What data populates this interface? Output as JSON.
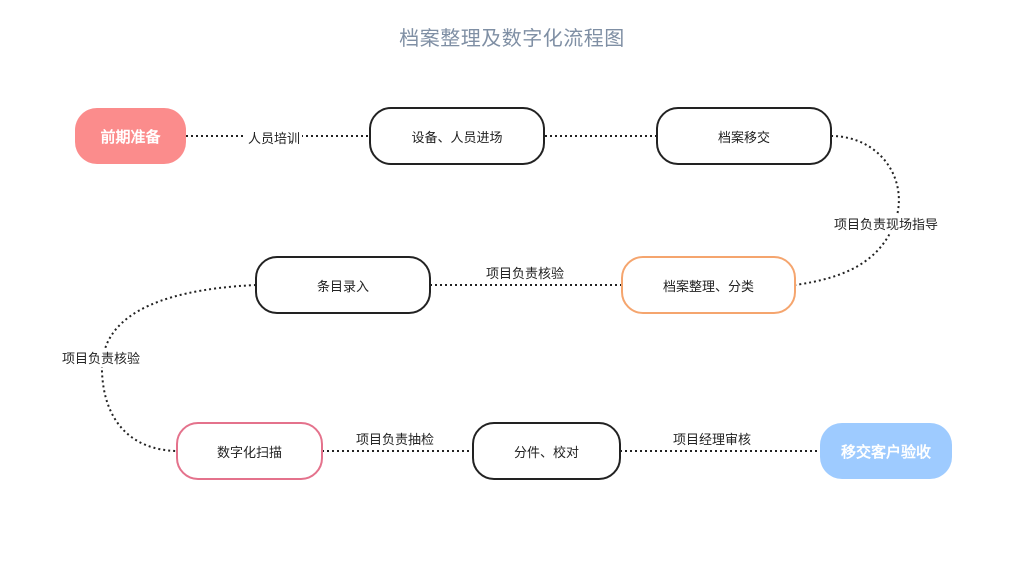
{
  "title": "档案整理及数字化流程图",
  "nodes": {
    "prep": "前期准备",
    "equipment": "设备、人员进场",
    "transfer": "档案移交",
    "organize": "档案整理、分类",
    "entry": "条目录入",
    "scan": "数字化扫描",
    "split_check": "分件、校对",
    "acceptance": "移交客户验收"
  },
  "edges": {
    "training": "人员培训",
    "onsite_guide": "项目负责现场指导",
    "verify_1": "项目负责核验",
    "verify_2": "项目负责核验",
    "spot_check": "项目负责抽检",
    "manager_review": "项目经理审核"
  },
  "colors": {
    "prep_fill": "#fb8c8c",
    "acceptance_fill": "#9ecbff",
    "organize_border": "#f5a56e",
    "scan_border": "#e4728c",
    "connector": "#222222"
  }
}
